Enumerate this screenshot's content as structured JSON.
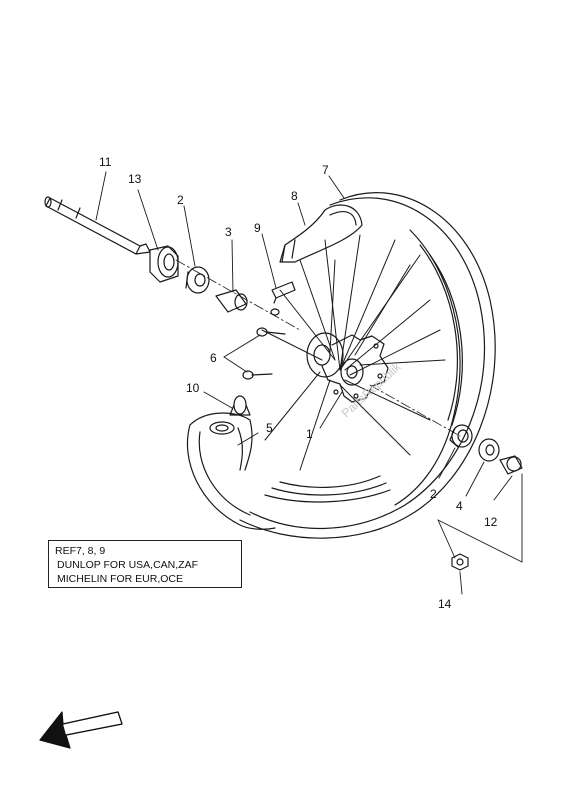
{
  "callouts": {
    "c1": "1",
    "c2a": "2",
    "c2b": "2",
    "c3": "3",
    "c4": "4",
    "c5": "5",
    "c6": "6",
    "c7": "7",
    "c8": "8",
    "c9": "9",
    "c10": "10",
    "c11": "11",
    "c12": "12",
    "c13": "13",
    "c14": "14"
  },
  "note": {
    "line1": "REF7, 8, 9",
    "line2": "DUNLOP FOR USA,CAN,ZAF",
    "line3": "MICHELIN FOR EUR,OCE"
  },
  "watermark": "PartsRepublik",
  "icons": {
    "direction_arrow": "front-direction-arrow-icon"
  },
  "colors": {
    "line": "#1a1a1a",
    "watermark": "#c9c9c9",
    "background": "#ffffff"
  }
}
